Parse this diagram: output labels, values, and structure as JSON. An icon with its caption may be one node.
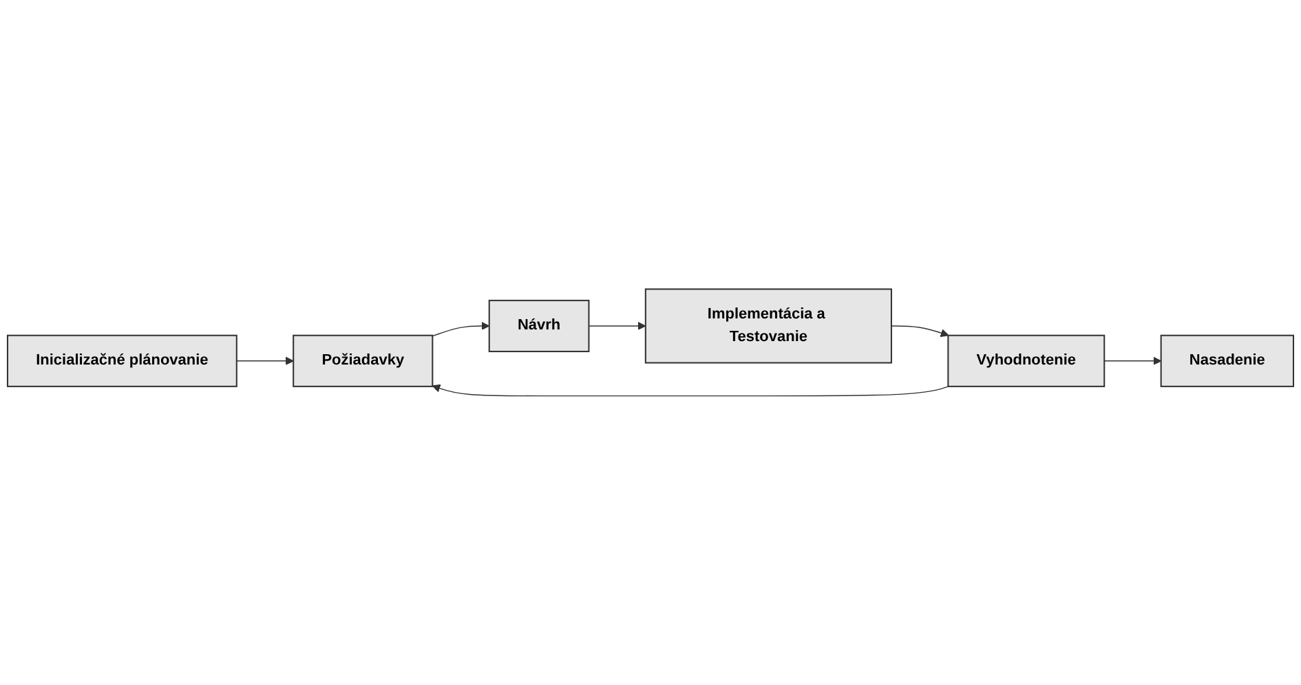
{
  "diagram": {
    "nodes": [
      {
        "text": [
          "Inicializačné plánovanie"
        ]
      },
      {
        "text": [
          "Požiadavky"
        ]
      },
      {
        "text": [
          "Návrh"
        ]
      },
      {
        "text": [
          "Implementácia a Testovanie"
        ]
      },
      {
        "text": [
          "Vyhodnotenie"
        ]
      },
      {
        "text": [
          "Nasadenie"
        ]
      }
    ],
    "edges": [
      {
        "from": 0,
        "to": 1,
        "arrow": "to"
      },
      {
        "from": 1,
        "to": 2,
        "arrow": "to"
      },
      {
        "from": 2,
        "to": 3,
        "arrow": "to"
      },
      {
        "from": 3,
        "to": 4,
        "arrow": "to"
      },
      {
        "from": 4,
        "to": 1,
        "arrow": "to"
      },
      {
        "from": 4,
        "to": 5,
        "arrow": "to"
      }
    ]
  }
}
